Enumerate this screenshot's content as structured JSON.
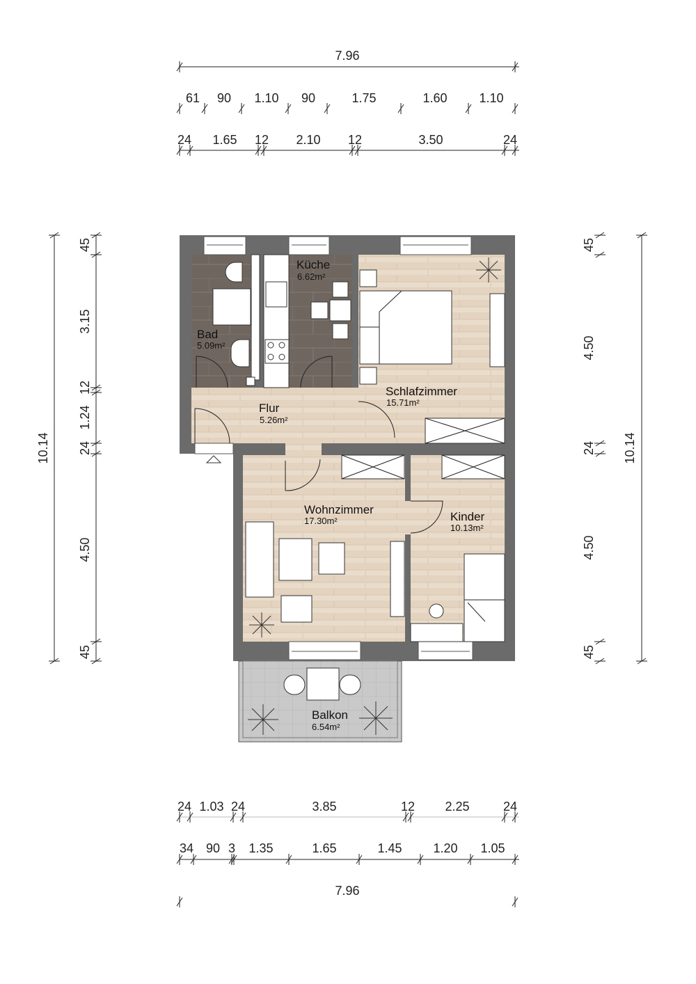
{
  "rooms": {
    "bad": {
      "name": "Bad",
      "area": "5.09m²"
    },
    "kueche": {
      "name": "Küche",
      "area": "6.62m²"
    },
    "schlafzimmer": {
      "name": "Schlafzimmer",
      "area": "15.71m²"
    },
    "flur": {
      "name": "Flur",
      "area": "5.26m²"
    },
    "wohnzimmer": {
      "name": "Wohnzimmer",
      "area": "17.30m²"
    },
    "kinder": {
      "name": "Kinder",
      "area": "10.13m²"
    },
    "balkon": {
      "name": "Balkon",
      "area": "6.54m²"
    }
  },
  "dimensions": {
    "top_total": "7.96",
    "top_openings": [
      "61",
      "90",
      "1.10",
      "90",
      "1.75",
      "1.60",
      "1.10"
    ],
    "top_walls": [
      "24",
      "1.65",
      "12",
      "2.10",
      "12",
      "3.50",
      "24"
    ],
    "bottom_walls": [
      "24",
      "1.03",
      "24",
      "3.85",
      "12",
      "2.25",
      "24"
    ],
    "bottom_openings": [
      "34",
      "90",
      "3",
      "1.35",
      "1.65",
      "1.45",
      "1.20",
      "1.05"
    ],
    "bottom_total": "7.96",
    "left_total": "10.14",
    "left_parts": [
      "45",
      "3.15",
      "12",
      "1.24",
      "24",
      "4.50",
      "45"
    ],
    "right_total": "10.14",
    "right_parts": [
      "45",
      "4.50",
      "24",
      "4.50",
      "45"
    ]
  },
  "colors": {
    "wall": "#6b6b6b",
    "tile": "#6f6660",
    "wood": "#e9dccb",
    "balcony": "#c9c9c9"
  }
}
